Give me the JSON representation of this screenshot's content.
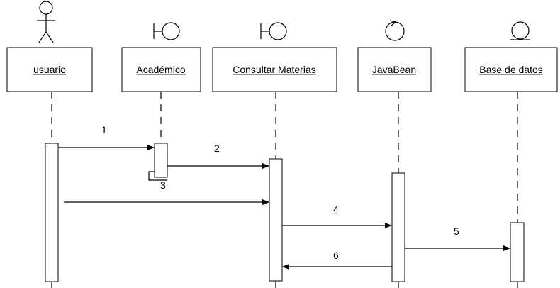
{
  "participants": [
    {
      "name": "usuario",
      "icon": "actor-icon"
    },
    {
      "name": "Académico",
      "icon": "boundary-icon"
    },
    {
      "name": "Consultar Materias",
      "icon": "boundary-icon"
    },
    {
      "name": "JavaBean",
      "icon": "control-icon"
    },
    {
      "name": "Base de datos",
      "icon": "entity-icon"
    }
  ],
  "messages": [
    {
      "number": "1",
      "from": "usuario",
      "to": "Académico"
    },
    {
      "number": "2",
      "from": "Académico",
      "to": "Consultar Materias"
    },
    {
      "number": "3",
      "from": "Académico",
      "to": "Académico"
    },
    {
      "number": "",
      "from": "usuario",
      "to": "Consultar Materias"
    },
    {
      "number": "4",
      "from": "Consultar Materias",
      "to": "JavaBean"
    },
    {
      "number": "5",
      "from": "JavaBean",
      "to": "Base de datos"
    },
    {
      "number": "6",
      "from": "JavaBean",
      "to": "Consultar Materias"
    }
  ],
  "colors": {
    "line": "#000000",
    "background": "#ffffff"
  }
}
